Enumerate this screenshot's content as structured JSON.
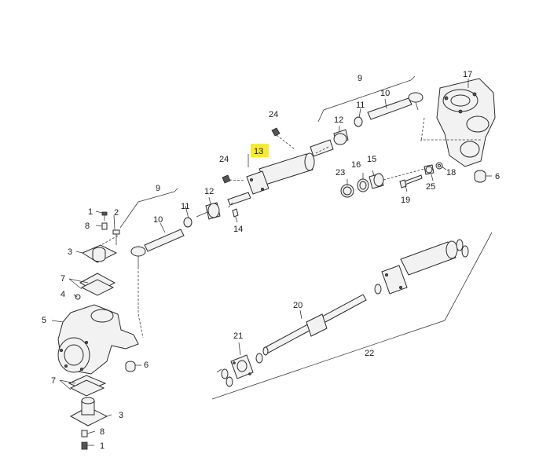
{
  "labels": {
    "l1a": "1",
    "l2": "2",
    "l8a": "8",
    "l3a": "3",
    "l7a": "7",
    "l4": "4",
    "l5": "5",
    "l6a": "6",
    "l7b": "7",
    "l3b": "3",
    "l8b": "8",
    "l1b": "1",
    "l9a": "9",
    "l10a": "10",
    "l11a": "11",
    "l12a": "12",
    "l24a": "24",
    "l14": "14",
    "l13": "13",
    "l24b": "24",
    "l9b": "9",
    "l11b": "11",
    "l10b": "10",
    "l12b": "12",
    "l17": "17",
    "l23": "23",
    "l16": "16",
    "l15": "15",
    "l19": "19",
    "l25": "25",
    "l18": "18",
    "l6b": "6",
    "l20": "20",
    "l21": "21",
    "l22": "22"
  },
  "colors": {
    "highlight": "#f4ea3a",
    "line": "#2b2b2b",
    "background": "#ffffff"
  }
}
